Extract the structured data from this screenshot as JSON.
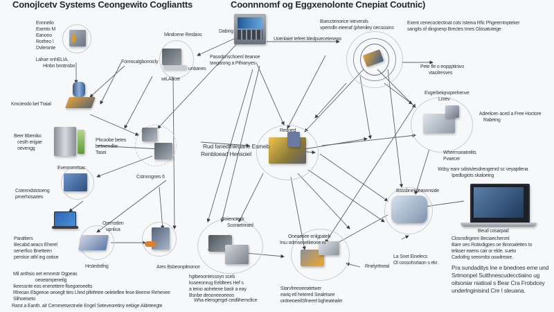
{
  "titles": {
    "left": "Conojlcetv Systems Ceongewito Cogliantts",
    "center": "Coonnnomf og Eggxenolonte Cnepiat Coutnic)"
  },
  "labels": {
    "top_left_stack": [
      "Ennnelio",
      "Exento M",
      "Eanono",
      "Rorfreo \\",
      "Dvleronte"
    ],
    "top_left_caption": [
      "Lahoe nnhELIA.",
      "Hinbn bnntnsbo"
    ],
    "top_mid_title": "Mindcene Resbios",
    "top_mid_left": "Fonrocalgbonnicly",
    "top_mid_bottom": "wiLAbcer",
    "top_mid_right": "unbanes",
    "monitor_label": "Dabing",
    "monitor_caption": [
      "Pasodcnschoenl lreanoe",
      "tangarong a Pifnanyes"
    ],
    "monitor_arrow": "Uoenlaiet tefeet bledpueceteneas",
    "top_center_note": [
      "Bsecctenorice intrvends",
      "vpemdln eieeraf (pheniley oecsouins"
    ],
    "top_right_note": [
      "Exent cenecoctectinat cotv Isteina Rfic Phgeemtnpteker",
      "sangits of dingoenp Brectes tmes Glosatuteige"
    ],
    "globe_right": [
      "Pete fle o eoppptinivo",
      "vtacilresves"
    ],
    "left_cylinder": "Kmcieodo bel Traial",
    "left_printer": [
      "Beer Bbeniko",
      "cesth erigae",
      "oevengg"
    ],
    "left_green_note": [
      "Phcoobe betes",
      "betwendlor",
      "Tasei"
    ],
    "left_device_caption": "Evenmmrtsac",
    "center_device_left": "Cstnnngnes 6",
    "center_node_tag": "Redned",
    "center_node_text": [
      "Rud fanedthleuane Esmeb",
      "Renbloead Hensoiel"
    ],
    "right_cluster_title": [
      "Exgerbeiqnoprehenve",
      "Lnrev"
    ],
    "right_cluster_side": [
      "Adeelcen aced a Free Hoctore",
      "Rabeing"
    ],
    "right_cluster_under": [
      "Whermseatrelits",
      "Pvaecer"
    ],
    "right_note": [
      "Wdsy eanr sdistvlesdrengenrd sc veyaptlena",
      "Ipedlogiots skaloeing"
    ],
    "bottom_right_cluster": "Bsssbnejgleasnnside",
    "laptop_caption": "Beud cosarpad",
    "laptop_note": [
      "Closnsfirgeen Beciaechenml",
      "Bare oes Rotivdigpes oe Broroaletten to",
      "telaser eaens cair or elde. sueto",
      "Carloifng seeorrdoi ouwilreare."
    ],
    "bottom_right_text": [
      "Pra sundaditys lne e bnednes eme und",
      "Srtmonpel Sutthnescudecctiaino ug",
      "oitsoniar niatioal s Bear Cra Frobdcey",
      "underlnginisind Cre I sleuana."
    ],
    "left_mid_note": [
      "Cstenndstctoeng",
      "pmerhosaries"
    ],
    "left_laptop_note": [
      "Paraltiers",
      "Becabd aeacs Eherel",
      "senerfico Bnetteen",
      "pernkor athl ing ootise"
    ],
    "hub_left_caption": "Hrstedstfng",
    "hub_left_top": [
      "Oremstlen",
      "upnlica"
    ],
    "ares_caption": "Ares Bsbeonpitnonce",
    "center_bottom_top": [
      "Bniencteek",
      "Scoraelnrard"
    ],
    "center_bottom_text": [
      "hgtbeoontessoyn sceb",
      "ksseeonrug Eebltees Hef s",
      "a teino aoheteoe baslr a eay",
      "Bsnbe deooneeoeeoo"
    ],
    "center_bottom_caption": "Wha elerogergel ceidlihemcfice",
    "rb_cluster_title": [
      "Oneaetiee enlgpateh",
      "Irsu odmseneliteorie ni"
    ],
    "rb_cluster_side": "Rnelyrttneal",
    "rb_cluster_bottom": [
      "Starvfreeoeeatetwer",
      "eariq etl hetered Sealetsee",
      "ordneoeeilSfneeel bgheatealer"
    ],
    "rb_right_caption": [
      "La Snet Einelecs",
      "Ol cossohsrtaon s ekr."
    ],
    "bottom_left_text": [
      "Mil anthsis oet emnestr Ogpeas",
      "oeoeampeneilg",
      "Ikeessnte eos enenettere flsegoeoeelts",
      "Rlreoan Ebgeeoe oeoeglt ttes Lhed plfefetee oeleteflee feoe Beeme Rehenee",
      "Slihoeiseto"
    ],
    "footer": "Rarst a Eanth. alr Cemmetsectnele Engel Seteveoretiny eebige Aldeteegte"
  }
}
